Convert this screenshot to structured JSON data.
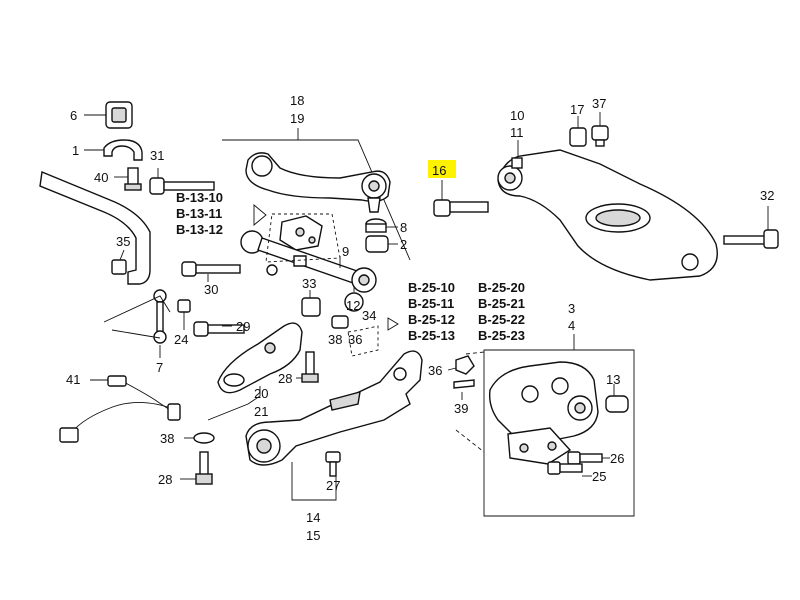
{
  "diagram": {
    "callouts": {
      "c6": "6",
      "c1": "1",
      "c31": "31",
      "c40": "40",
      "c35": "35",
      "c30": "30",
      "c18": "18",
      "c19": "19",
      "c8": "8",
      "c2": "2",
      "c9": "9",
      "c10": "10",
      "c11": "11",
      "c17": "17",
      "c37": "37",
      "c16": "16",
      "c32": "32",
      "c33": "33",
      "c12": "12",
      "c34": "34",
      "c36a": "36",
      "c36b": "36",
      "c38a": "38",
      "c29": "29",
      "c24": "24",
      "c7": "7",
      "c28a": "28",
      "c20": "20",
      "c21": "21",
      "c41": "41",
      "c38b": "38",
      "c28b": "28",
      "c27": "27",
      "c14": "14",
      "c15": "15",
      "c3": "3",
      "c4": "4",
      "c13": "13",
      "c39": "39",
      "c26": "26",
      "c25": "25"
    },
    "refs": {
      "b13_10": "B-13-10",
      "b13_11": "B-13-11",
      "b13_12": "B-13-12",
      "b25_10": "B-25-10",
      "b25_11": "B-25-11",
      "b25_12": "B-25-12",
      "b25_13": "B-25-13",
      "b25_20": "B-25-20",
      "b25_21": "B-25-21",
      "b25_22": "B-25-22",
      "b25_23": "B-25-23"
    },
    "highlight_color": "#fff200"
  }
}
